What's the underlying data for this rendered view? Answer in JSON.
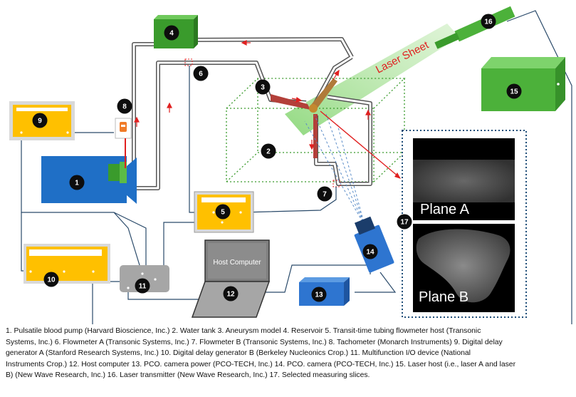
{
  "labels": {
    "laser_sheet": "Laser Sheet",
    "host_computer": "Host Computer",
    "plane_a": "Plane A",
    "plane_b": "Plane B"
  },
  "markers": [
    "1",
    "2",
    "3",
    "4",
    "5",
    "6",
    "7",
    "8",
    "9",
    "10",
    "11",
    "12",
    "13",
    "14",
    "15",
    "16",
    "17"
  ],
  "colors": {
    "pump_blue": "#1f6fc6",
    "reservoir_green": "#3a9b2c",
    "generator_yellow": "#ffc000",
    "device_gray": "#a6a6a6",
    "camera_power_blue": "#2e75d0",
    "laser_green": "#4cb13a",
    "flow_arrow_red": "#e02020",
    "phantom_green": "#3a9b2c"
  },
  "caption": [
    "1. Pulsatile blood pump (Harvard Bioscience, Inc.)   2. Water tank   3. Aneurysm model   4. Reservoir   5. Transit-time tubing flowmeter host (Transonic",
    "Systems, Inc.)   6. Flowmeter A (Transonic Systems, Inc.)   7. Flowmeter B (Transonic Systems, Inc.)   8. Tachometer (Monarch Instruments)   9. Digital delay",
    "generator A (Stanford Research Systems, Inc.)   10. Digital delay generator B (Berkeley Nucleonics Crop.)   11. Multifunction I/O device (National",
    "Instruments Crop.)   12. Host computer   13. PCO. camera power (PCO-TECH, Inc.)   14. PCO. camera (PCO-TECH, Inc.)   15. Laser host (i.e., laser A and laser",
    "B) (New Wave Research, Inc.)   16. Laser transmitter (New Wave Research, Inc.)   17. Selected measuring slices."
  ]
}
